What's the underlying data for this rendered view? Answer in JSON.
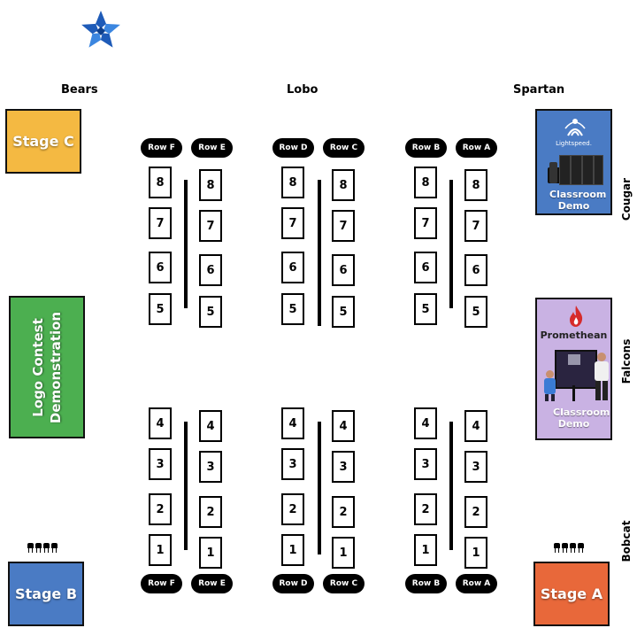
{
  "zones": {
    "bears": "Bears",
    "lobo": "Lobo",
    "spartan": "Spartan",
    "cougar": "Cougar",
    "falcons": "Falcons",
    "bobcat": "Bobcat"
  },
  "stages": {
    "stage_c": "Stage C",
    "stage_b": "Stage B",
    "stage_a": "Stage A",
    "logo_contest": "Logo Contest Demonstration"
  },
  "vendors": {
    "lightspeed": {
      "logo_text": "Lightspeed.",
      "caption": "Classroom Demo"
    },
    "promethean": {
      "logo_text": "Promethean",
      "caption": "Classroom Demo"
    }
  },
  "rows": {
    "row_f": "Row F",
    "row_e": "Row E",
    "row_d": "Row D",
    "row_c": "Row C",
    "row_b": "Row B",
    "row_a": "Row A"
  },
  "tables": {
    "t1": "1",
    "t2": "2",
    "t3": "3",
    "t4": "4",
    "t5": "5",
    "t6": "6",
    "t7": "7",
    "t8": "8"
  },
  "colors": {
    "stage_c": "#F4B942",
    "stage_b": "#4A7BC4",
    "stage_a": "#E8683A",
    "logo_contest": "#4CAF50",
    "lightspeed": "#4A7BC4",
    "promethean": "#C9B2E3",
    "logo_blue": "#1E5BB8"
  },
  "icons": [
    "star-logo-icon",
    "audience-seats-icon",
    "lightspeed-logo-icon",
    "promethean-flame-icon"
  ]
}
